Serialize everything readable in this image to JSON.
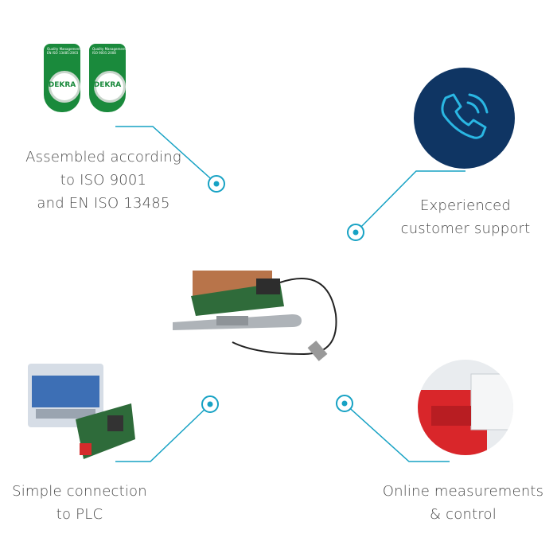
{
  "features": {
    "iso": {
      "lines": [
        "Assembled according",
        "to ISO 9001",
        "and EN ISO 13485"
      ]
    },
    "support": {
      "lines": [
        "Experienced",
        "customer support"
      ]
    },
    "plc": {
      "lines": [
        "Simple connection",
        "to PLC"
      ]
    },
    "measurements": {
      "lines": [
        "Online measurements",
        "& control"
      ]
    }
  },
  "certificates": [
    {
      "header": "Quality Management EN ISO 13485:2003",
      "brand": "DEKRA"
    },
    {
      "header": "Quality Management ISO 9001:2008",
      "brand": "DEKRA"
    }
  ],
  "colors": {
    "connector": "#17a2c4",
    "text": "#4a4a4a",
    "phone_bg": "#0f3563",
    "phone_icon": "#2ab7e3",
    "badge": "#1a8a3c"
  }
}
